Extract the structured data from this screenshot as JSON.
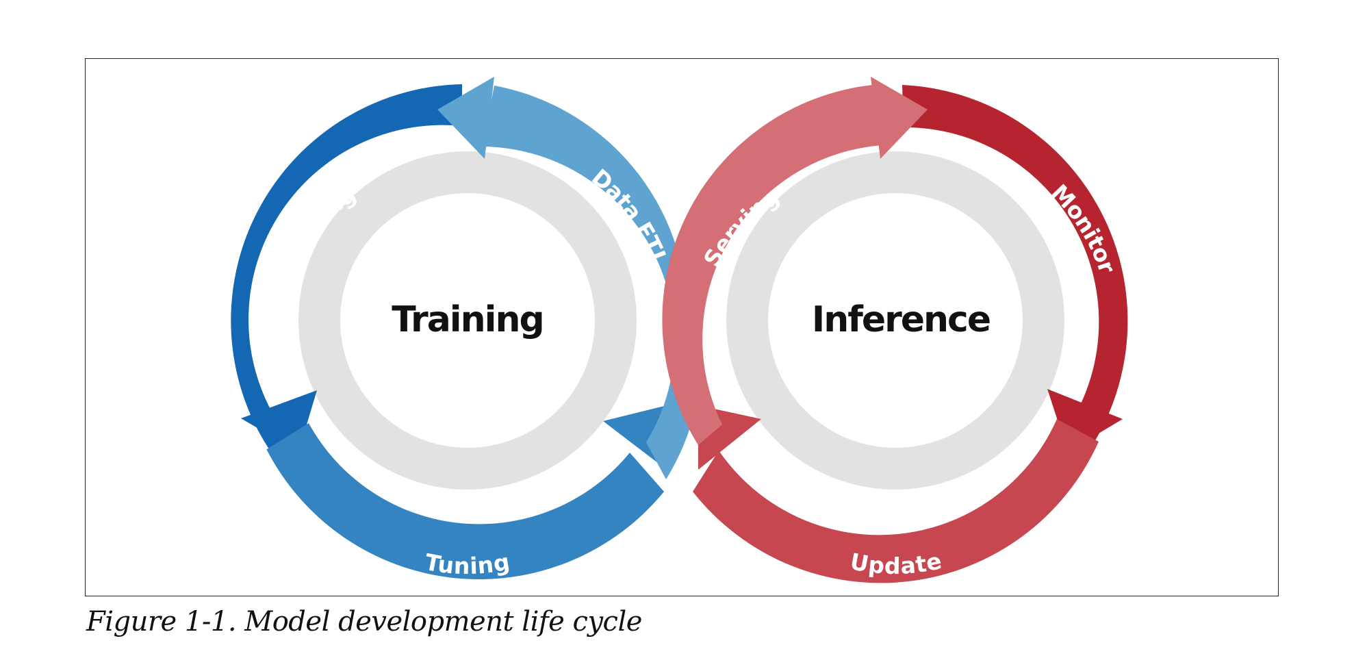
{
  "figure": {
    "caption": "Figure 1-1. Model development life cycle"
  },
  "cycles": {
    "training": {
      "center_label": "Training",
      "segments": {
        "data_etl": "Data ETL",
        "training": "Training",
        "tuning": "Tuning"
      }
    },
    "inference": {
      "center_label": "Inference",
      "segments": {
        "serving": "Serving",
        "monitor": "Monitor",
        "update": "Update"
      }
    }
  },
  "colors": {
    "blue_dark": "#1467B2",
    "blue_mid": "#3584C2",
    "blue_light": "#5FA3D0",
    "red_dark": "#B5242F",
    "red_mid": "#C6474F",
    "red_light": "#D36F75",
    "track_gray": "#E2E2E2"
  }
}
